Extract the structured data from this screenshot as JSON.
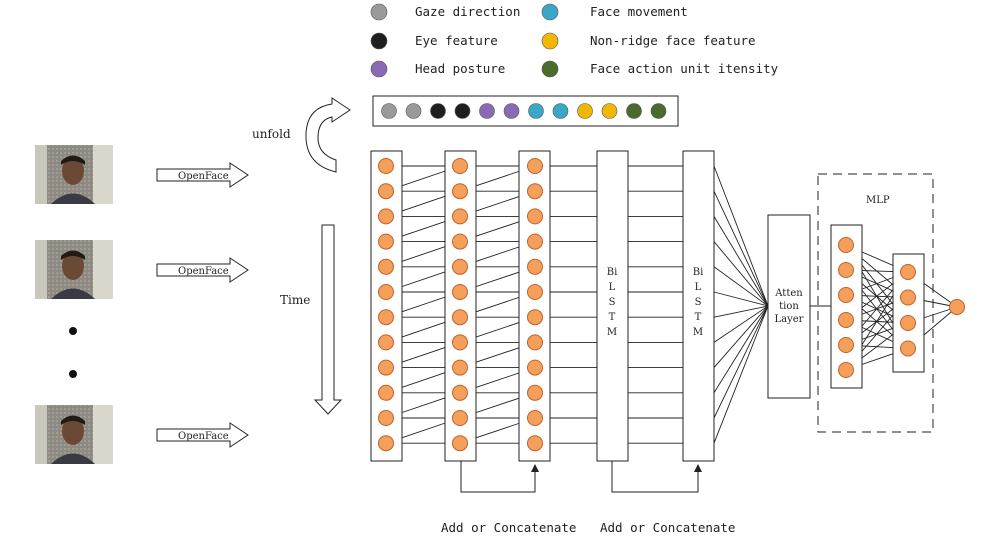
{
  "legend": [
    {
      "label": "Gaze direction",
      "color": "#9a9a9a"
    },
    {
      "label": "Face movement",
      "color": "#3aa6c8"
    },
    {
      "label": "Eye feature",
      "color": "#1f1f1f"
    },
    {
      "label": "Non-ridge face feature",
      "color": "#f2b705"
    },
    {
      "label": "Head posture",
      "color": "#8a6ab5"
    },
    {
      "label": "Face action unit itensity",
      "color": "#4a6b2a"
    }
  ],
  "feature_strip": [
    "#9a9a9a",
    "#9a9a9a",
    "#1f1f1f",
    "#1f1f1f",
    "#8a6ab5",
    "#8a6ab5",
    "#3aa6c8",
    "#3aa6c8",
    "#f2b705",
    "#f2b705",
    "#4a6b2a",
    "#4a6b2a"
  ],
  "labels": {
    "unfold": "unfold",
    "time": "Time",
    "openface": "OpenFace",
    "bilstm": [
      "Bi",
      "L",
      "S",
      "T",
      "M"
    ],
    "attention": [
      "Atten",
      "tion",
      "Layer"
    ],
    "mlp": "MLP",
    "add_concat": "Add or Concatenate"
  },
  "colors": {
    "node_fill": "#f5a05a",
    "node_stroke": "#c0602a",
    "line": "#222222"
  },
  "counts": {
    "rows": 12,
    "mlp_layer1": 6,
    "mlp_layer2": 4,
    "faces": 3
  }
}
